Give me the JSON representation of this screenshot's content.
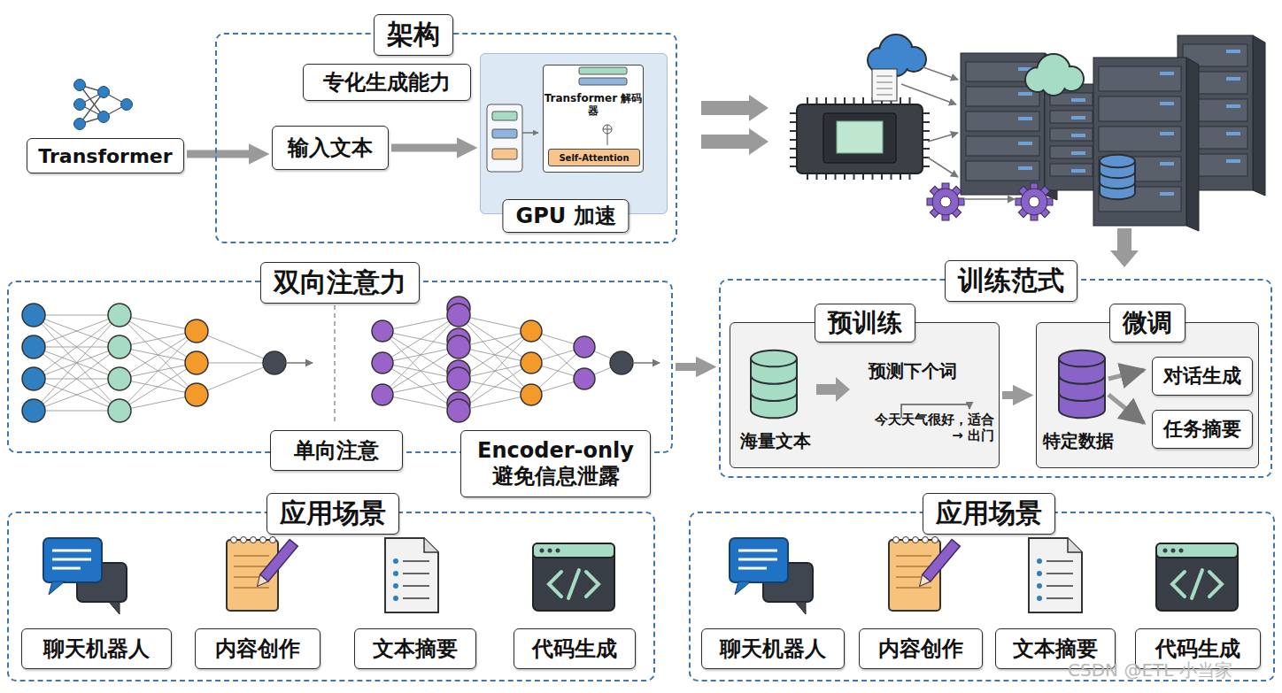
{
  "diagram": {
    "nodes": [
      {
        "text": [
          "Transformer"
        ]
      },
      {
        "text": [
          "架构"
        ]
      },
      {
        "text": [
          "专化生成能力"
        ],
        "in": 1
      },
      {
        "text": [
          "输入文本"
        ],
        "in": 1
      },
      {
        "text": [
          "GPU 加速"
        ],
        "in": 1
      },
      {
        "text": [
          "Transformer 解码器"
        ],
        "in": 4
      },
      {
        "text": [
          "Self-Attention"
        ],
        "in": 5
      },
      {
        "text": [
          "双向注意力"
        ]
      },
      {
        "text": [
          "单向注意"
        ],
        "in": 7
      },
      {
        "text": [
          "Encoder-only 避免信息泄露"
        ],
        "in": 7
      },
      {
        "text": [
          "训练范式"
        ]
      },
      {
        "text": [
          "预训练",
          "预测下个词",
          "今天天气很好，适合 → 出门",
          "海量文本"
        ],
        "in": 10
      },
      {
        "text": [
          "微调",
          "特定数据"
        ],
        "in": 10
      },
      {
        "text": [
          "对话生成"
        ],
        "in": 12
      },
      {
        "text": [
          "任务摘要"
        ],
        "in": 12
      },
      {
        "text": [
          "应用场景"
        ]
      },
      {
        "text": [
          "聊天机器人"
        ],
        "in": 15
      },
      {
        "text": [
          "内容创作"
        ],
        "in": 15
      },
      {
        "text": [
          "文本摘要"
        ],
        "in": 15
      },
      {
        "text": [
          "代码生成"
        ],
        "in": 15
      },
      {
        "text": [
          "应用场景"
        ]
      },
      {
        "text": [
          "聊天机器人"
        ],
        "in": 20
      },
      {
        "text": [
          "内容创作"
        ],
        "in": 20
      },
      {
        "text": [
          "文本摘要"
        ],
        "in": 20
      },
      {
        "text": [
          "代码生成"
        ],
        "in": 20
      }
    ],
    "edges": [
      {
        "from": 0,
        "to": 3,
        "arrow": "to"
      },
      {
        "from": 3,
        "to": 4,
        "arrow": "to"
      },
      {
        "from": 7,
        "to": 10,
        "arrow": "to"
      },
      {
        "from": 11,
        "to": 12,
        "arrow": "to"
      }
    ],
    "labels": [
      "CSDN @ETL 小当家"
    ]
  }
}
